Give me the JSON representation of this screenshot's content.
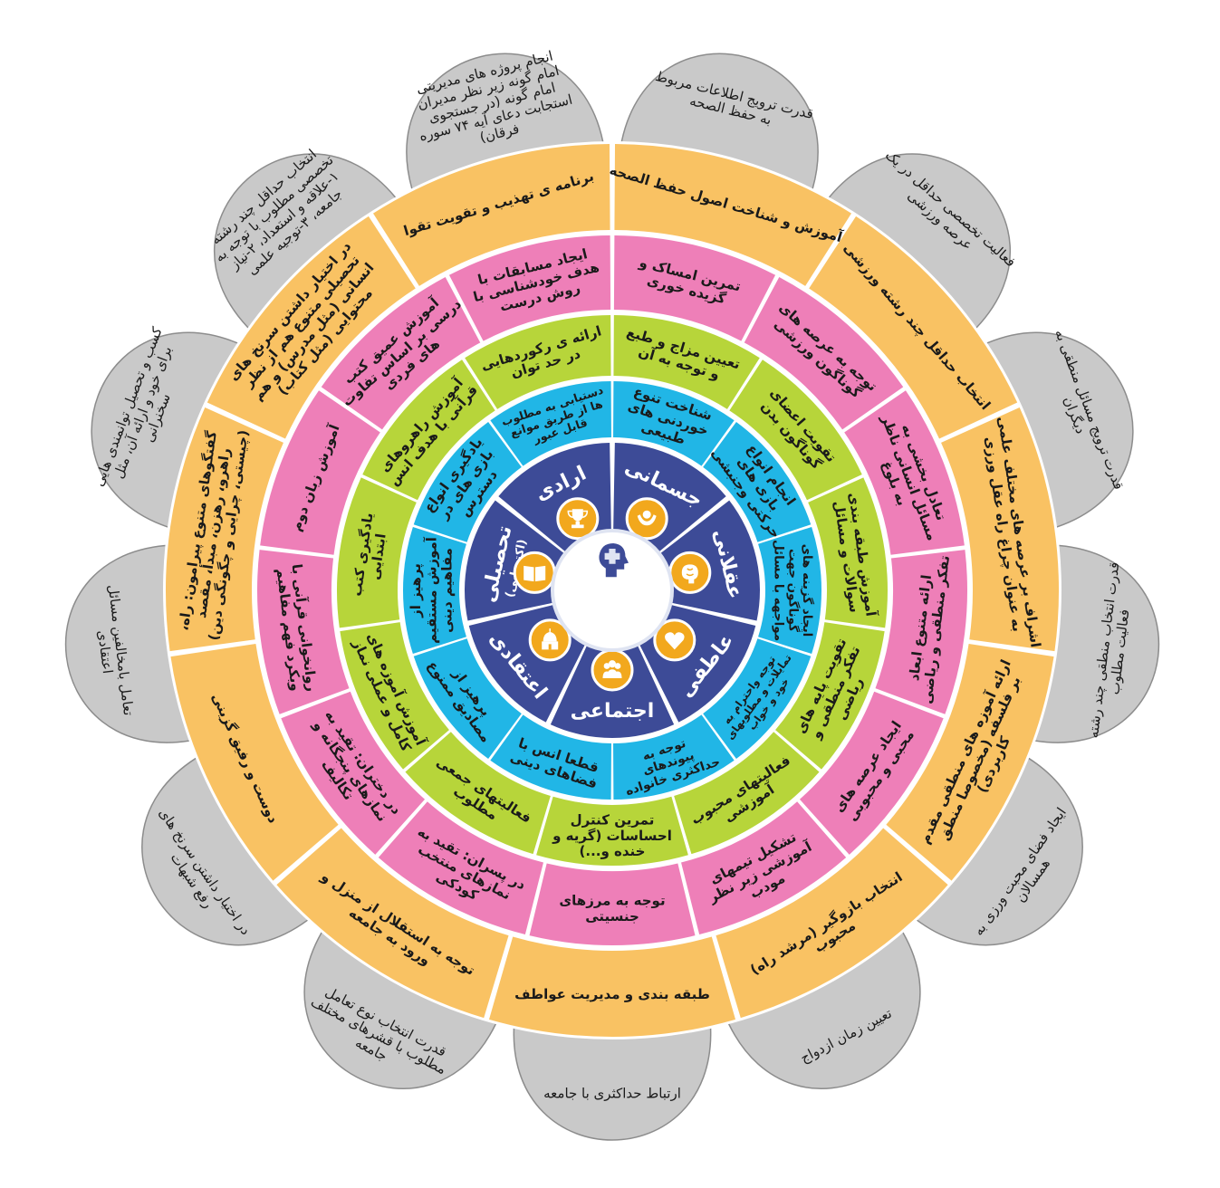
{
  "center": {
    "title_line1": "ابعاد",
    "title_line2": "شخصیت"
  },
  "colors": {
    "gray": "#c9c9c9",
    "yellow": "#f9c263",
    "pink": "#ee7fb8",
    "green": "#b7d53a",
    "blue": "#21b6e6",
    "navy": "#3d4b97",
    "hub": "#ffffff",
    "icon": "#f2a81d"
  },
  "dimensions": [
    {
      "label": "جسمانی",
      "icon": "muscle-icon"
    },
    {
      "label": "عقلانی",
      "icon": "brain-icon"
    },
    {
      "label": "عاطفی",
      "icon": "heart-icon"
    },
    {
      "label": "اجتماعی",
      "icon": "people-icon"
    },
    {
      "label": "اعتقادی",
      "icon": "mosque-icon"
    },
    {
      "label": "تحصیلی",
      "sublabel": "(اکتسابی)",
      "icon": "book-icon"
    },
    {
      "label": "ارادی",
      "icon": "award-icon"
    }
  ],
  "rings": {
    "blue": [
      "شناخت تنوع خوردنی های طبیعی",
      "انجام انواع بازی های حرکتی وجنبشی",
      "ایجاد گزینه های گوناگون جهت مواجهه با مسائل",
      "توجه واحترام به تمایلات و مطلوبهای خود و خواب",
      "توجه به پیوندهای حداکثری خانواده",
      "قطعا انس با فضاهای دینی",
      "پرهیز از مصادیق ممنوع",
      "پرهیز از آموزش مستقیم مفاهیم دینی",
      "یادگیری انواع بازی های در دسترس",
      "دستیابی به مطلوب ها از طریق موانع قابل عبور"
    ],
    "green": [
      "تعیین مزاج و طبع و توجه به آن",
      "تقویت اعضای گوناگون بدن",
      "آموزش طبقه بندی سوالات و مسائل",
      "تقویت پایه های تفکر منطقی و ریاضی",
      "فعالیتهای محبوب آموزشی",
      "تمرین کنترل احساسات (گریه و خنده و...)",
      "فعالیتهای جمعی مطلوب",
      "آموزش آموزه های کامل و عملی نماز",
      "یادگیری کتب ابتدایی",
      "آموزش راهروهای قرآنی با هدف انس",
      "ارائه ی رکوردهایی در حد توان"
    ],
    "pink": [
      "تمرین امساک و گزیده خوری",
      "توجه به عرصه های گوناگون ورزشی",
      "تعادل بخشی به مسائل انسانی ناظر به بلوغ",
      "ارائه متنوع ابعاد تفکر منطقی و ریاضی",
      "ایجاد عرصه های محبی و محبوبی",
      "تشکیل تیمهای آموزشی زیر نظر مودب",
      "توجه به مرزهای جنسیتی",
      "در پسران: تقید به نمازهای منتخب کودکی",
      "در دختران: تقید به نمازهای پنجگانه و تکالیف",
      "روانخوانی قرآنی با ویکرد فهم مفاهیم",
      "آموزش زبان دوم",
      "آموزش عمیق کتب درسی بر اساس تفاوت های فردی",
      "ایجاد مسابقات با هدف خودشناسی با روش درست"
    ],
    "yellow": [
      "آموزش و شناخت اصول حفظ الصحه",
      "انتخاب حداقل چند رشته ورزشی",
      "اشراف بر عرصه های مختلف علمی به عنوان چراغ راه عقل ورزی",
      "ارائه آموزه های منطقی مقدم بر فلسفه (مخصوصا منطق کاربردی)",
      "انتخاب بازوگیر (مرشد راه) محبوب",
      "طبقه بندی و مدیریت عواطف",
      "توجه به استقلال از منزل و ورود به جامعه",
      "دوست و رفیق گزینی",
      "گفتگوهای متنوع پیرامون: راه، راهرو، رهزن، مبدأ، مقصد (چیستی، چرایی و چگونگی دین)",
      "در اختیار داشتن سرنخ های تحصیلی متنوع هم از نظر انسانی (مثل مدرس) و هم محتوایی (مثل کتاب)",
      "برنامه ی تهذیب و تقویت تقوا"
    ],
    "gray": [
      "قدرت ترویج اطلاعات مربوط به حفظ الصحه",
      "فعالیت تخصصی حداقل در یک عرصه ورزشی",
      "قدرت ترویج مسائل منطقی به دیگران",
      "قدرت انتخاب منطقی چند رشته فعالیت مطلوب",
      "ایجاد فضای محبت ورزی به همسالان",
      "تعیین زمان ازدواج",
      "ارتباط حداکثری با جامعه",
      "قدرت انتخاب نوع تعامل مطلوب با قشرهای مختلف جامعه",
      "در اختیار داشتن سرنخ های رفع شبهات",
      "تعامل بامخالفین مسائل اعتقادی",
      "کسب و تحصیل توانمندی هایی برای خود و ارائه آن، مثل سخنرانی",
      "انتخاب حداقل چند رشته تخصصی مطلوب با توجه به ۱-علاقه و استعداد، ۲-نیاز جامعه، ۳-توجیه علمی",
      "انجام پروژه های مدیریتی امام گونه زیر نظر مدیران امام گونه (در جستجوی استجابت دعای آیه ۷۴ سوره فرقان)"
    ]
  }
}
